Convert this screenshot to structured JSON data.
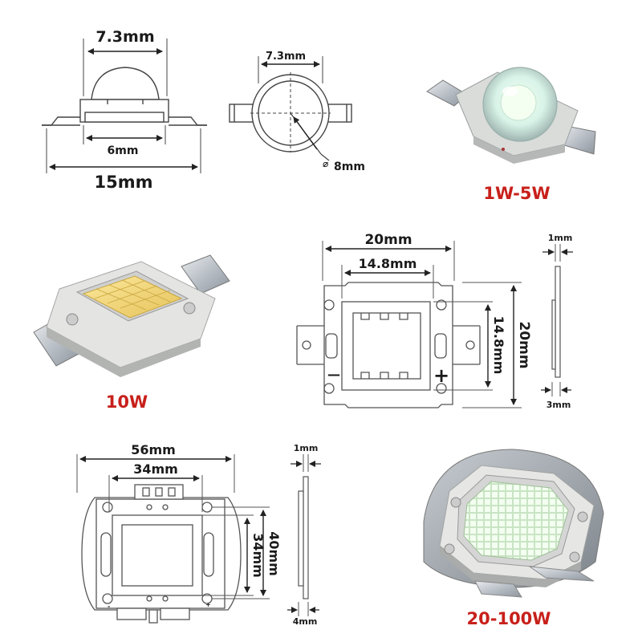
{
  "small_led": {
    "width_top": "7.3mm",
    "width_inner": "6mm",
    "width_total": "15mm",
    "top_view_width": "7.3mm",
    "diameter": "8mm",
    "diameter_symbol": "⌀",
    "label": "1W-5W"
  },
  "led_10w": {
    "width": "20mm",
    "inner_width": "14.8mm",
    "inner_height": "14.8mm",
    "height": "20mm",
    "thickness_top": "1mm",
    "thickness_bottom": "3mm",
    "minus": "—",
    "plus": "+",
    "label": "10W"
  },
  "led_100w": {
    "width": "56mm",
    "inner_width": "34mm",
    "inner_height": "34mm",
    "height": "40mm",
    "thickness_top": "1mm",
    "thickness_bottom": "4mm",
    "label": "20-100W"
  },
  "colors": {
    "label_red": "#c8201b",
    "outline": "#555555",
    "warm_led": "#f3d67a",
    "cool_led": "#e8ffd8"
  }
}
